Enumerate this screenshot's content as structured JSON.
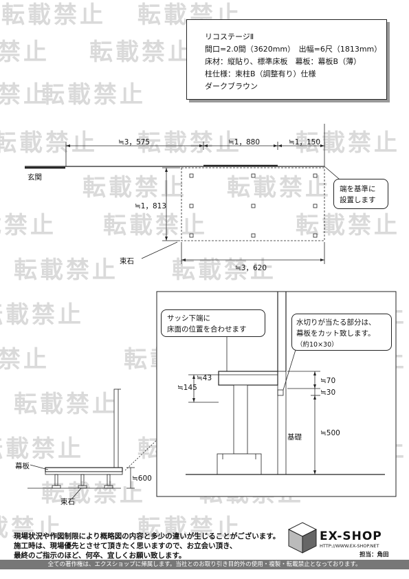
{
  "watermark": {
    "text": "転載禁止"
  },
  "spec": {
    "line1": "リコステージⅡ",
    "line2": "間口=2.0間（3620mm）　出幅=6尺（1813mm）",
    "line3": "床材：縦貼り、標準床板　幕板：幕板B（薄）",
    "line4": "柱仕様：束柱B（調整有り）仕様",
    "line5": "ダークブラウン"
  },
  "plan": {
    "dim_top_a": "≒3，575",
    "dim_top_b": "≒1，880",
    "dim_top_c": "≒1，150",
    "dim_depth": "≒1，813",
    "dim_width": "≒3，620",
    "label_entrance": "玄関",
    "label_post": "束石",
    "callout_line1": "端を基準に",
    "callout_line2": "設置します"
  },
  "section": {
    "callout_sash_1": "サッシ下端に",
    "callout_sash_2": "床面の位置を合わせます",
    "callout_drip_1": "水切りが当たる部分は、",
    "callout_drip_2": "幕板をカット致します。",
    "callout_drip_3": "（約10×30）",
    "dim_43": "≒43",
    "dim_145": "≒145",
    "dim_70": "≒70",
    "dim_30": "≒30",
    "dim_500": "≒500",
    "label_foundation": "基礎"
  },
  "side": {
    "label_fascia": "幕板",
    "label_post": "束石",
    "dim_600": "≒600"
  },
  "notes": {
    "line1": "現場状況や作図制限により概略図の内容と多少の違いが生じることがございます。",
    "line2": "施工時は、現場優先とさせて頂きたく思いますので、お立会い頂き、",
    "line3": "最終のご指示のほど、何卒、宜しくお願い致します。"
  },
  "brand": {
    "name": "EX-SHOP",
    "url": "HTTP://WWW.EX-SHOP.NET",
    "staff": "担当：角田"
  },
  "footer": {
    "text": "全ての著作権は、エクスショップに帰属します。当社とのお取り引き目的外の使用・複製・転載禁止となっております。"
  }
}
